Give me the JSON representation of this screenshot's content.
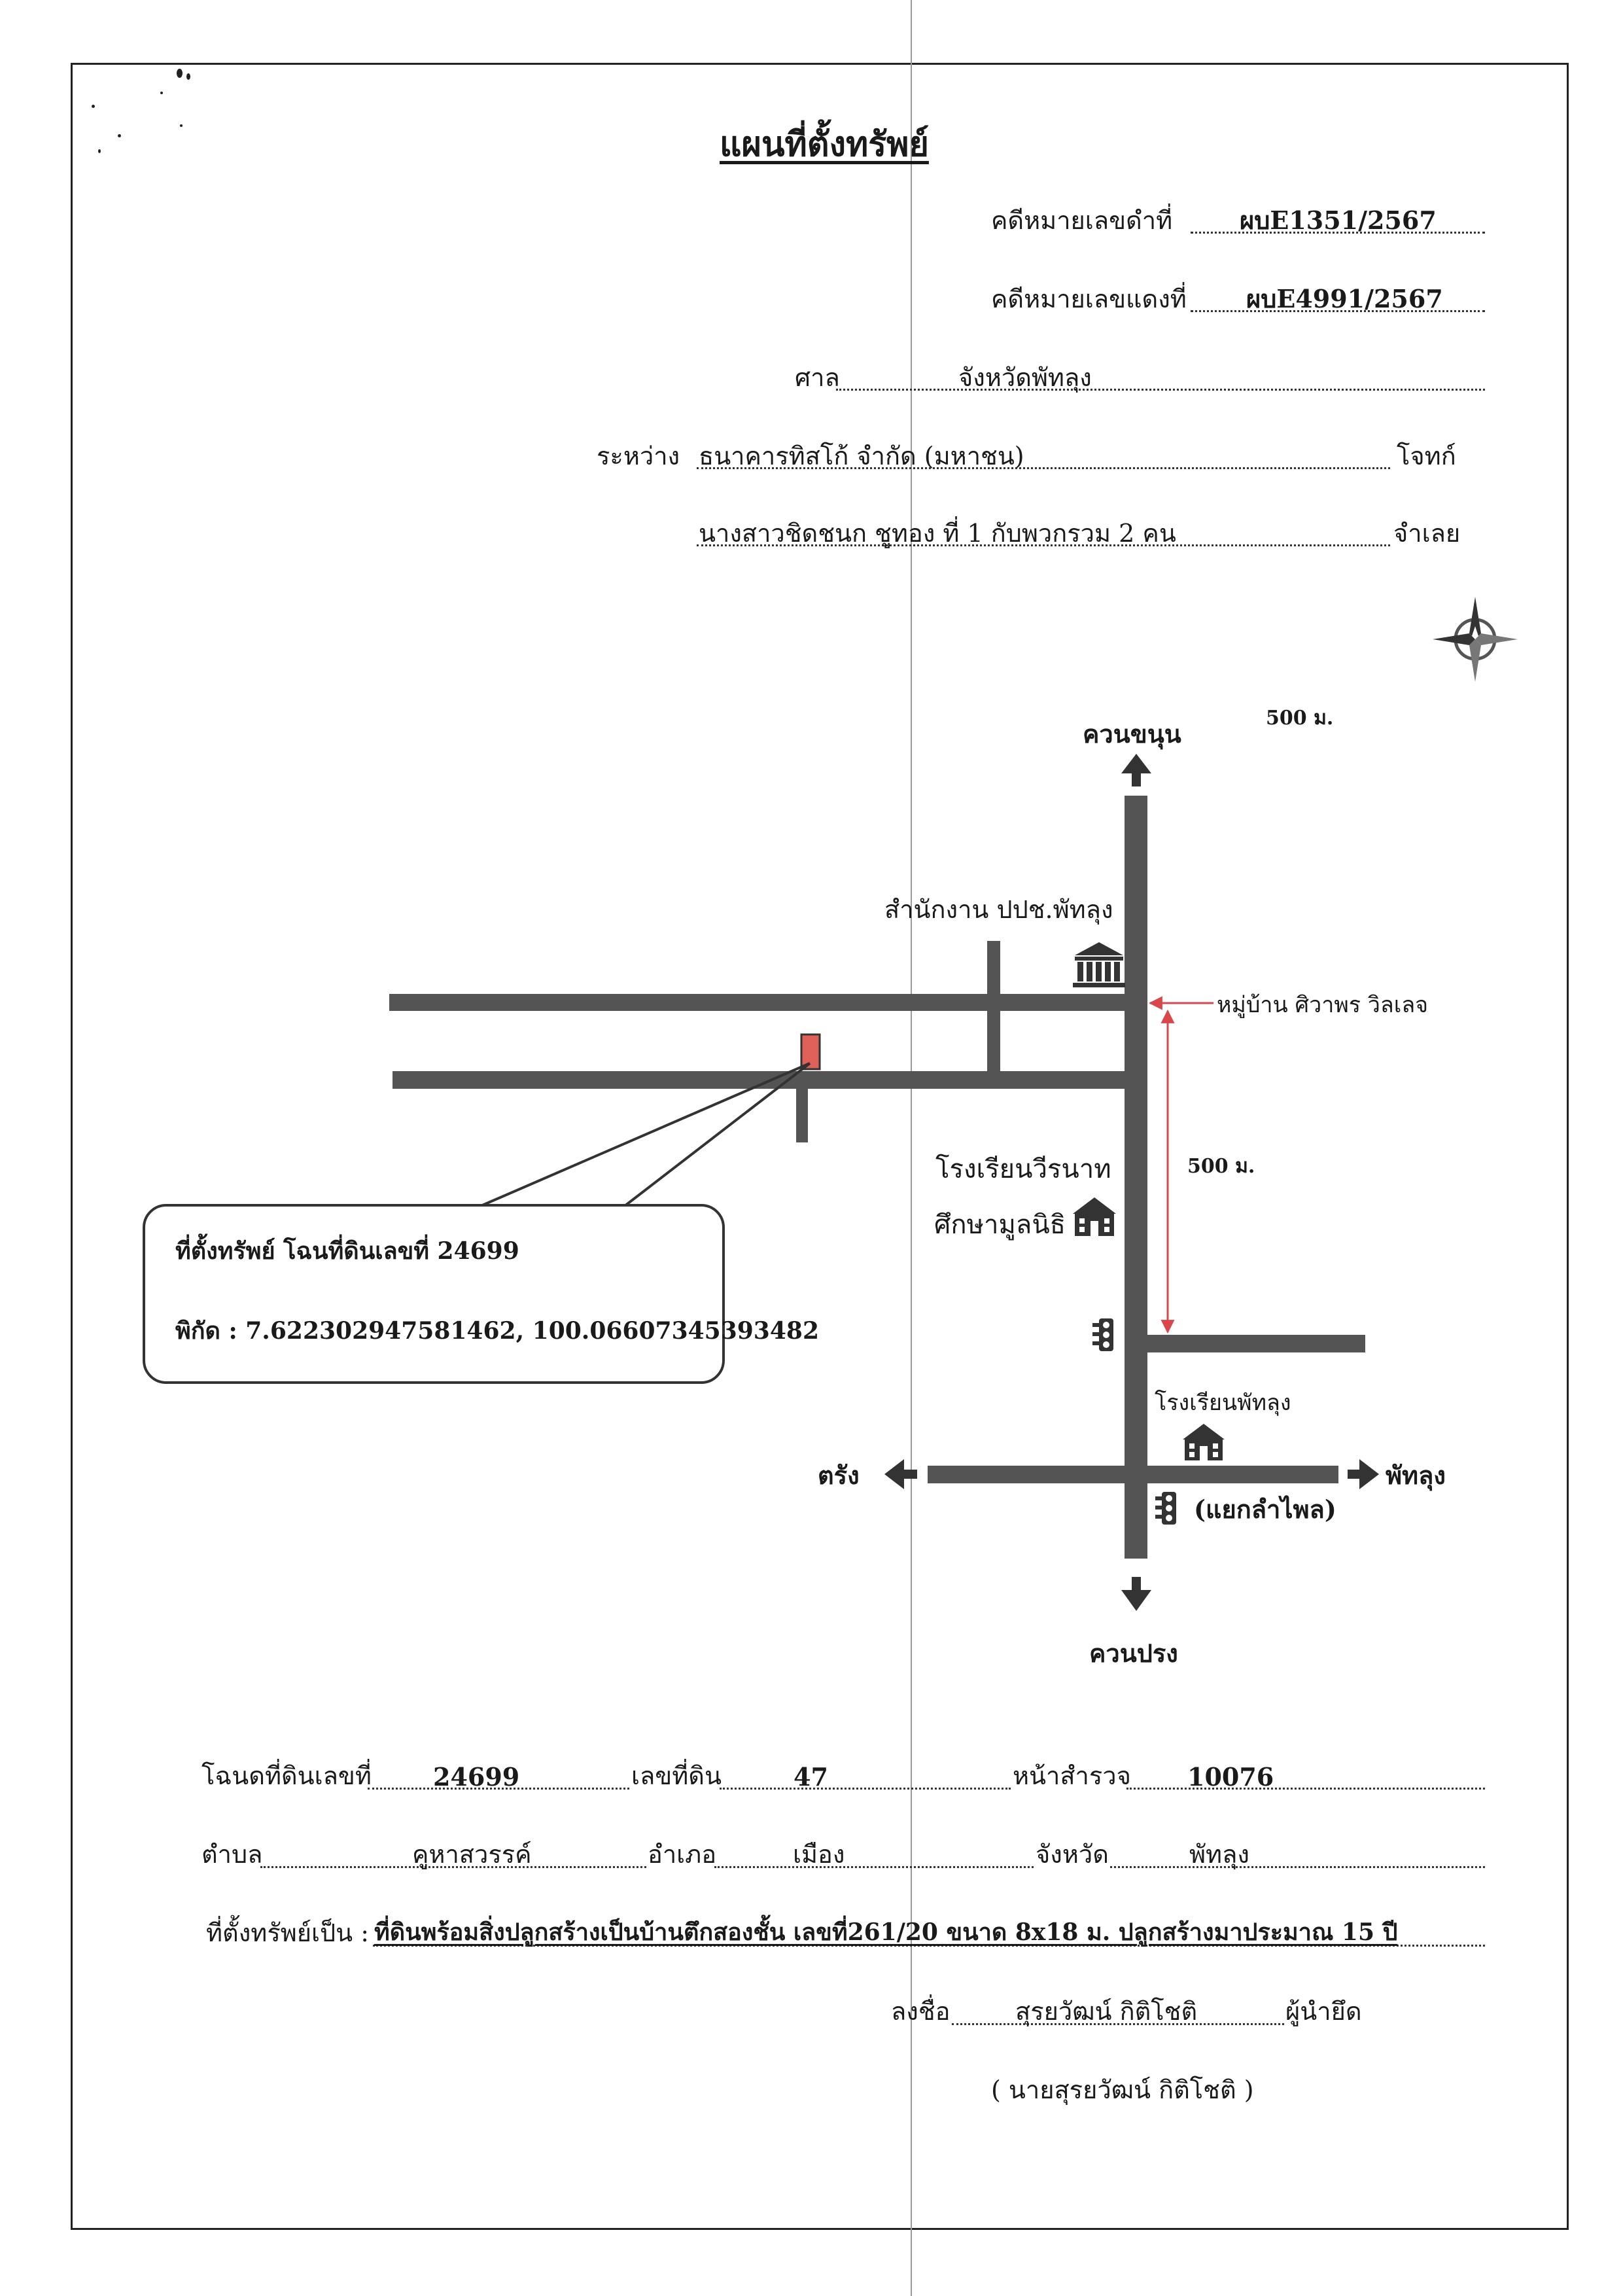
{
  "header": {
    "title": "แผนที่ตั้งทรัพย์",
    "black_case_label": "คดีหมายเลขดำที่",
    "black_case_no": "ผบE1351/2567",
    "red_case_label": "คดีหมายเลขแดงที่",
    "red_case_no": "ผบE4991/2567",
    "court_label": "ศาล",
    "court_name": "จังหวัดพัทลุง",
    "between_label": "ระหว่าง",
    "plaintiff_name": "ธนาคารทิสโก้ จำกัด (มหาชน)",
    "plaintiff_label": "โจทก์",
    "defendant_name": "นางสาวชิดชนก ชูทอง ที่ 1 กับพวกรวม 2 คน",
    "defendant_label": "จำเลย"
  },
  "map": {
    "north_label": "ควนขนุน",
    "south_label": "ควนปรง",
    "west_label": "ตรัง",
    "east_label": "พัทลุง",
    "scale_top": "500 ม.",
    "distance_label": "500 ม.",
    "office_label": "สำนักงาน ปปช.พัทลุง",
    "village_label": "หมู่บ้าน ศิวาพร วิลเลจ",
    "school1_line1": "โรงเรียนวีรนาท",
    "school1_line2": "ศึกษามูลนิธิ",
    "school2_label": "โรงเรียนพัทลุง",
    "junction_label": "(แยกลำไพล)",
    "colors": {
      "road": "#545454",
      "marker": "#e0605a",
      "distance": "#d9474b"
    }
  },
  "callout": {
    "line1": "ที่ตั้งทรัพย์ โฉนที่ดินเลขที่ 24699",
    "line2": "พิกัด : 7.622302947581462, 100.06607345393482"
  },
  "footer": {
    "deed_label": "โฉนดที่ดินเลขที่",
    "deed_no": "24699",
    "land_no_label": "เลขที่ดิน",
    "land_no": "47",
    "survey_label": "หน้าสำรวจ",
    "survey_no": "10076",
    "subdistrict_label": "ตำบล",
    "subdistrict": "คูหาสวรรค์",
    "district_label": "อำเภอ",
    "district": "เมือง",
    "province_label": "จังหวัด",
    "province": "พัทลุง",
    "property_label": "ที่ตั้งทรัพย์เป็น :",
    "property_desc": "ที่ดินพร้อมสิ่งปลูกสร้างเป็นบ้านตึกสองชั้น เลขที่261/20 ขนาด 8x18 ม. ปลูกสร้างมาประมาณ 15 ปี",
    "sign_label": "ลงชื่อ",
    "signer": "สุรยวัฒน์ กิติโชติ",
    "signer_role": "ผู้นำยึด",
    "signer_printed": "( นายสุรยวัฒน์ กิติโชติ )"
  }
}
